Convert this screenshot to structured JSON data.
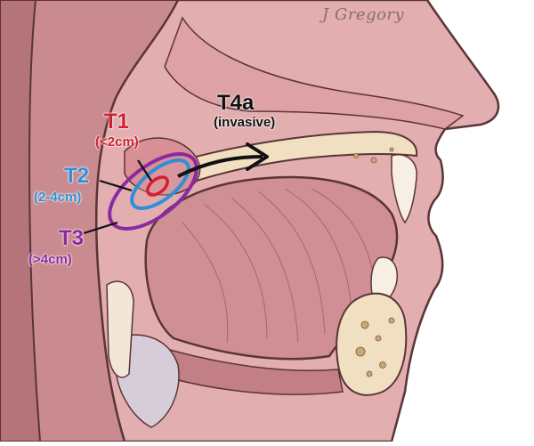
{
  "signature": "J Gregory",
  "labels": {
    "t1": {
      "name": "T1",
      "size": "(<2cm)"
    },
    "t2": {
      "name": "T2",
      "size": "(2-4cm)"
    },
    "t3": {
      "name": "T3",
      "size": "(>4cm)"
    },
    "t4a": {
      "name": "T4a",
      "size": "(invasive)"
    }
  },
  "colors": {
    "t1": "#d32030",
    "t2": "#2f8fd8",
    "t3": "#8b2aa0",
    "t4a": "#111111",
    "skin": "#d6a0a3",
    "tissue": "#e8b6b7",
    "tongue": "#cf8f95",
    "bone": "#f1dfc2",
    "outline": "#5a3437"
  },
  "icons": [
    "oral-cavity-anatomy-illustration",
    "t4a-invasion-arrow"
  ]
}
